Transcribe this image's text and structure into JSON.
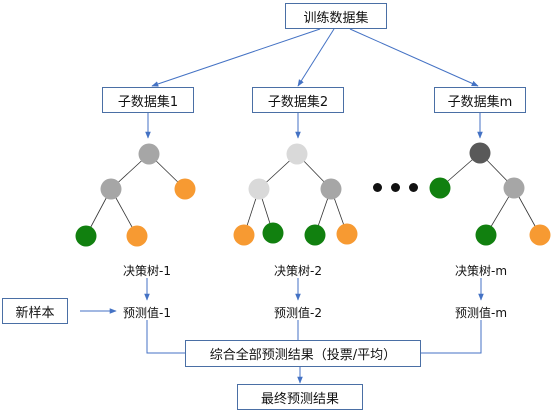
{
  "colors": {
    "connector": "#4472c4",
    "box_border": "#4a6fa5",
    "node_dark": "#595959",
    "node_gray": "#a6a6a6",
    "node_light": "#d9d9d9",
    "node_orange": "#f79a32",
    "node_green": "#11800f"
  },
  "training_set": "训练数据集",
  "subsets": [
    "子数据集1",
    "子数据集2",
    "子数据集m"
  ],
  "trees": [
    "决策树-1",
    "决策树-2",
    "决策树-m"
  ],
  "predictions": [
    "预测值-1",
    "预测值-2",
    "预测值-m"
  ],
  "new_sample": "新样本",
  "combine": "综合全部预测结果（投票/平均）",
  "final": "最终预测结果"
}
